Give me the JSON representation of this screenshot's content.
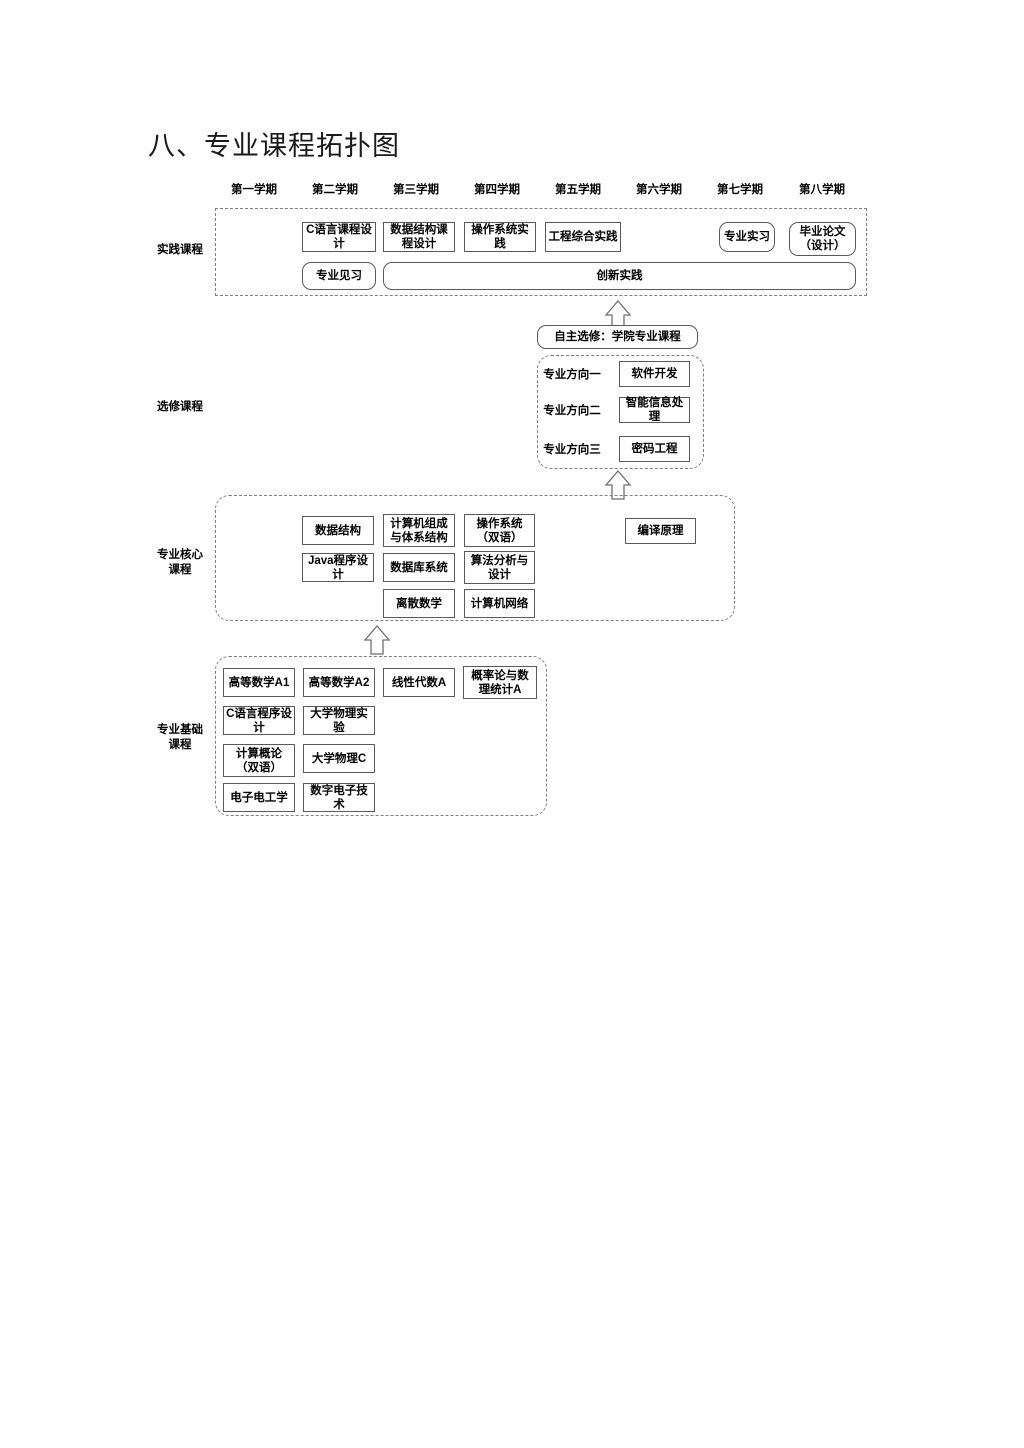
{
  "page": {
    "title": "八、专业课程拓扑图"
  },
  "semesters": [
    "第一学期",
    "第二学期",
    "第三学期",
    "第四学期",
    "第五学期",
    "第六学期",
    "第七学期",
    "第八学期"
  ],
  "sections": {
    "practice": {
      "row_label": "实践课程",
      "row1": [
        "C语言课程设计",
        "数据结构课程设计",
        "操作系统实践",
        "工程综合实践",
        "专业实习",
        "毕业论文（设计）"
      ],
      "row2": [
        "专业见习",
        "创新实践"
      ]
    },
    "elective": {
      "row_label": "选修课程",
      "header_bar": "自主选修：学院专业课程",
      "directions": [
        {
          "label": "专业方向一",
          "course": "软件开发"
        },
        {
          "label": "专业方向二",
          "course": "智能信息处理"
        },
        {
          "label": "专业方向三",
          "course": "密码工程"
        }
      ]
    },
    "core": {
      "row_label": "专业核心\n课程",
      "row_label_line1": "专业核心",
      "row_label_line2": "课程",
      "grid": [
        [
          "数据结构",
          "计算机组成与体系结构",
          "操作系统（双语）"
        ],
        [
          "Java程序设计",
          "数据库系统",
          "算法分析与设计"
        ],
        [
          "",
          "离散数学",
          "计算机网络"
        ]
      ],
      "standalone": "编译原理"
    },
    "foundation": {
      "row_label_line1": "专业基础",
      "row_label_line2": "课程",
      "grid": [
        [
          "高等数学A1",
          "高等数学A2",
          "线性代数A",
          "概率论与数理统计A"
        ],
        [
          "C语言程序设计",
          "大学物理实验",
          "",
          ""
        ],
        [
          "计算概论（双语）",
          "大学物理C",
          "",
          ""
        ],
        [
          "电子电工学",
          "数字电子技术",
          "",
          ""
        ]
      ]
    }
  },
  "icons": {
    "arrow_up": "up-arrow-icon"
  },
  "colors": {
    "box_border": "#5a5a5a",
    "group_border": "#7f7f7f",
    "text": "#000000",
    "background": "#ffffff"
  }
}
